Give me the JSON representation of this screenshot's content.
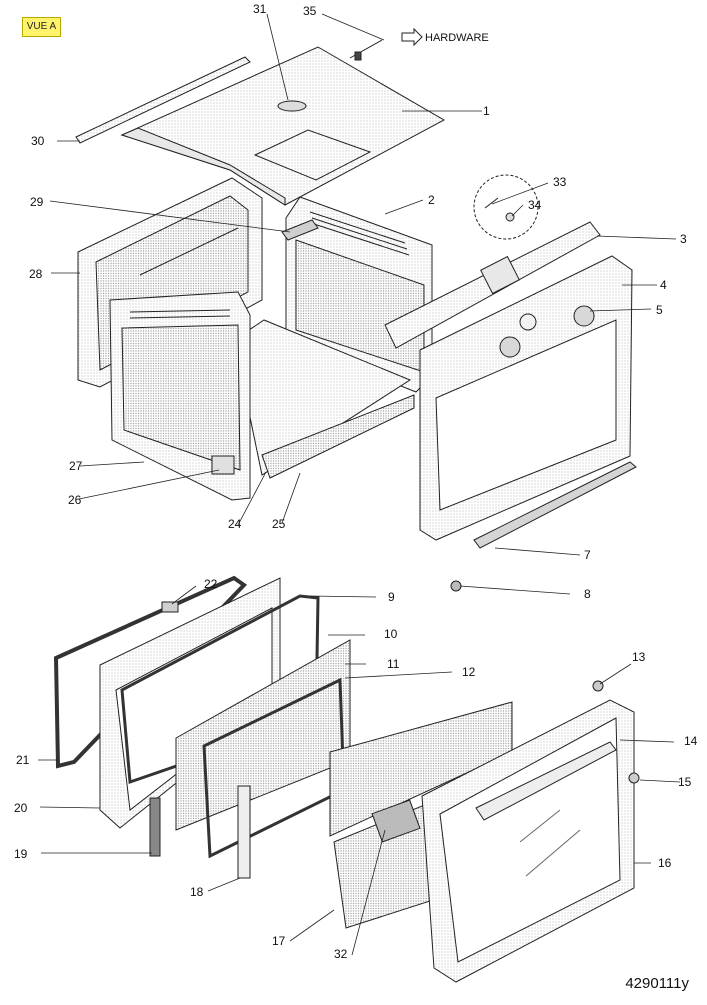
{
  "badge": "VUE A",
  "hardware_label": "HARDWARE",
  "drawing_code": "4290111y",
  "parts": [
    "1",
    "2",
    "3",
    "4",
    "5",
    "7",
    "8",
    "9",
    "10",
    "11",
    "12",
    "13",
    "14",
    "15",
    "16",
    "17",
    "18",
    "19",
    "20",
    "21",
    "22",
    "24",
    "25",
    "26",
    "27",
    "28",
    "29",
    "30",
    "31",
    "32",
    "33",
    "34",
    "35"
  ]
}
